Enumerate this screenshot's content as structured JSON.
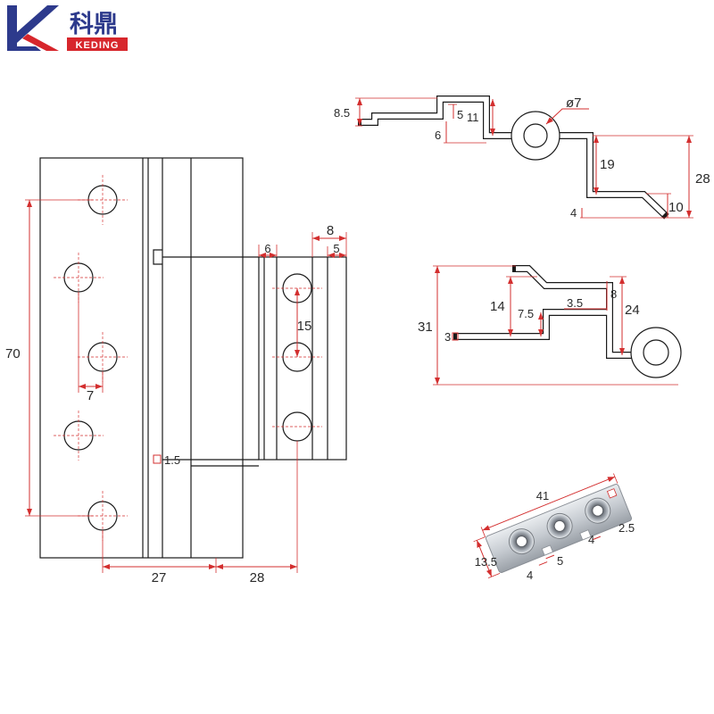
{
  "logo": {
    "cn": "科鼎",
    "en": "KEDING"
  },
  "front_view": {
    "height": "70",
    "hole_offset": "7",
    "hole_spacing": "15",
    "gap": "1.5",
    "width_left": "27",
    "width_right": "28",
    "top_a": "6",
    "top_b": "8",
    "top_c": "5"
  },
  "profile_top": {
    "left_height": "8.5",
    "step": "5",
    "rise": "11",
    "offset": "6",
    "pin": "ø7",
    "drop": "19",
    "total": "28",
    "foot": "4",
    "foot_height": "10"
  },
  "profile_middle": {
    "total": "31",
    "height_a": "14",
    "height_b": "7.5",
    "gap": "3.5",
    "rise": "8",
    "drop": "24",
    "end": "3"
  },
  "plate": {
    "length": "41",
    "width": "13.5",
    "a": "4",
    "b": "5",
    "c": "4",
    "d": "2.5"
  },
  "colors": {
    "line": "#1a1a1a",
    "dimension": "#d32f2f",
    "logo_blue": "#2d3a8c",
    "logo_red": "#d7262c"
  }
}
